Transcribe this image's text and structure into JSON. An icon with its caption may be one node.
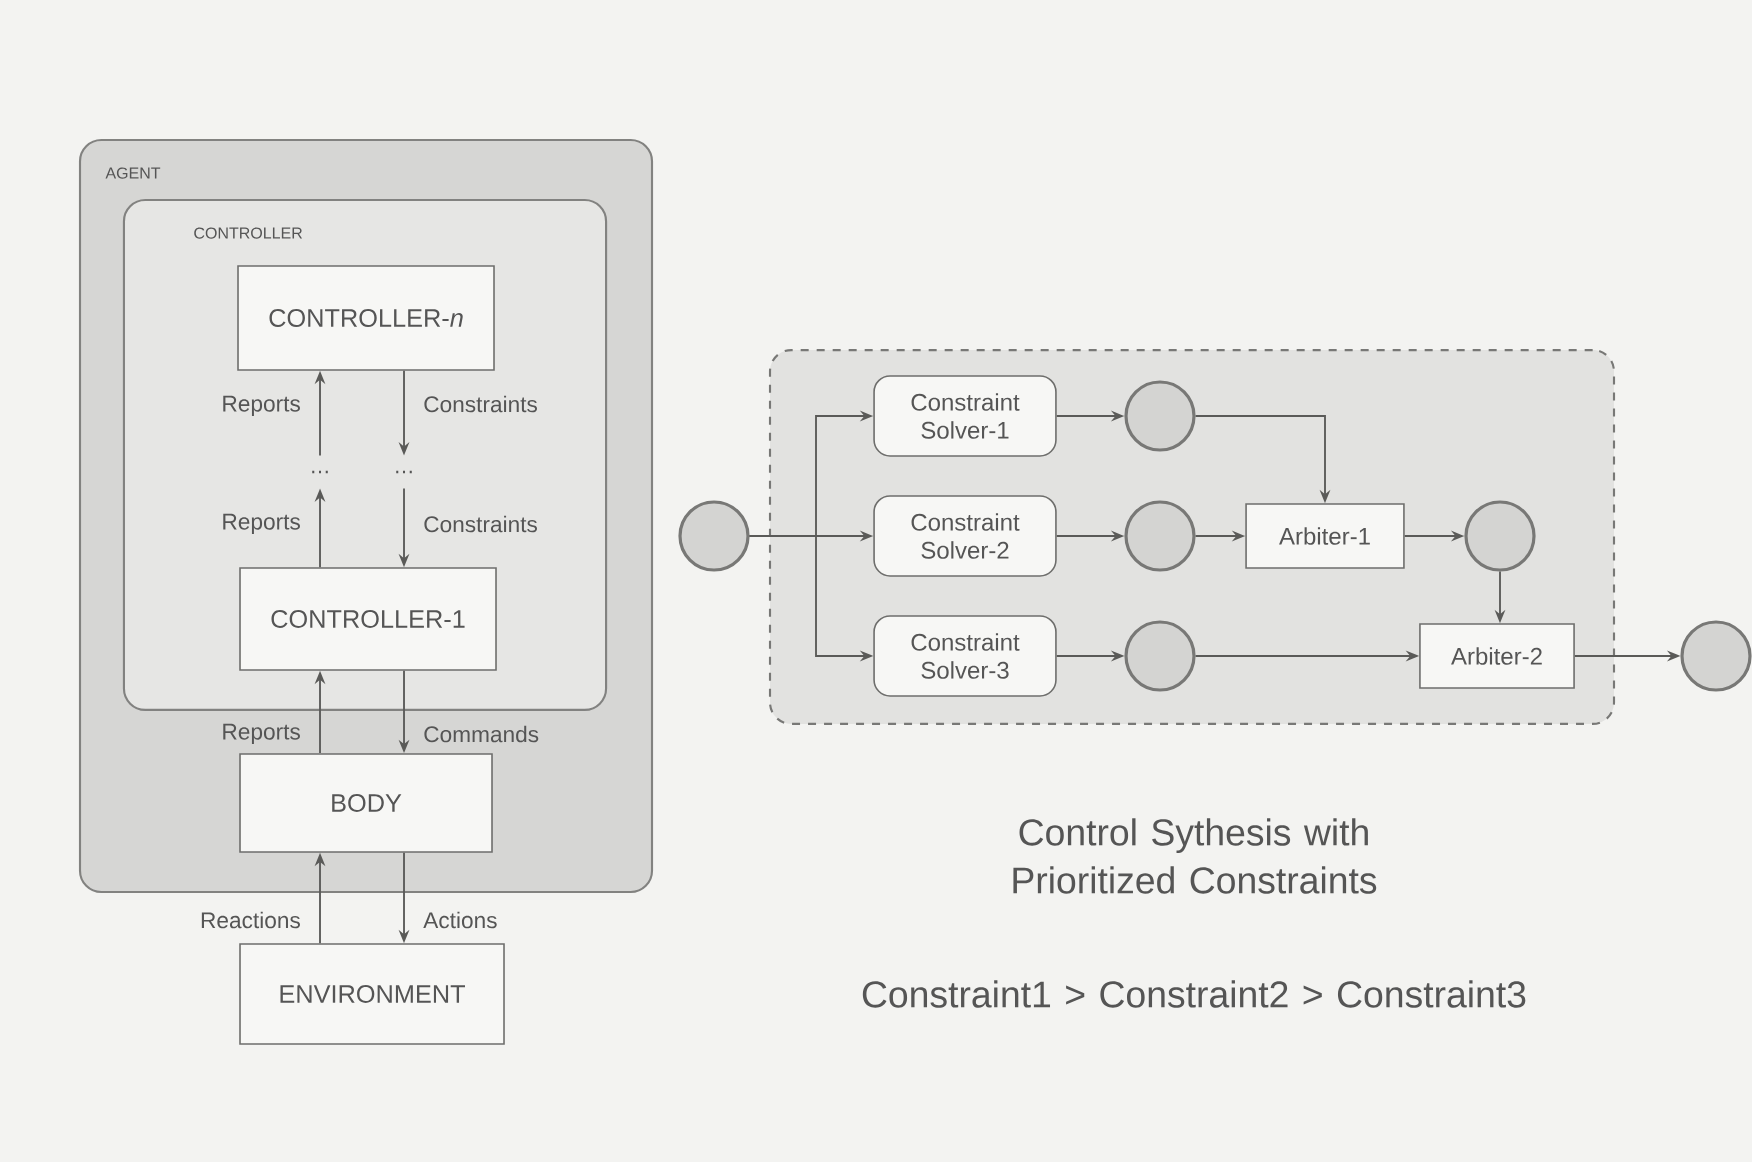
{
  "diagram": {
    "nodes": [
      {
        "text": [
          "AGENT"
        ]
      },
      {
        "text": [
          "CONTROLLER"
        ],
        "in": 0
      },
      {
        "text": [
          "CONTROLLER-*n*"
        ],
        "in": 1
      },
      {
        "text": [
          "CONTROLLER-1"
        ],
        "in": 1
      },
      {
        "text": [
          "BODY"
        ],
        "in": 0
      },
      {
        "text": [
          "ENVIRONMENT"
        ]
      },
      {
        "text": [],
        "shape": "box"
      },
      {
        "text": [],
        "shape": "circle"
      },
      {
        "text": [
          "Constraint Solver-1"
        ],
        "in": 6
      },
      {
        "text": [
          "Constraint Solver-2"
        ],
        "in": 6
      },
      {
        "text": [
          "Constraint Solver-3"
        ],
        "in": 6
      },
      {
        "text": [],
        "shape": "circle",
        "in": 6
      },
      {
        "text": [],
        "shape": "circle",
        "in": 6
      },
      {
        "text": [],
        "shape": "circle",
        "in": 6
      },
      {
        "text": [
          "Arbiter-1"
        ],
        "in": 6
      },
      {
        "text": [],
        "shape": "circle",
        "in": 6
      },
      {
        "text": [
          "Arbiter-2"
        ],
        "in": 6
      },
      {
        "text": [],
        "shape": "circle"
      },
      {
        "text": [
          "…"
        ],
        "in": 1
      },
      {
        "text": [
          "…"
        ],
        "in": 1
      }
    ],
    "edges": [
      {
        "from": 18,
        "to": 2,
        "arrow": "to",
        "label": "Reports"
      },
      {
        "from": 2,
        "to": 19,
        "arrow": "to",
        "label": "Constraints"
      },
      {
        "from": 3,
        "to": 18,
        "arrow": "to",
        "label": "Reports"
      },
      {
        "from": 19,
        "to": 3,
        "arrow": "to",
        "label": "Constraints"
      },
      {
        "from": 4,
        "to": 3,
        "arrow": "to",
        "label": "Reports"
      },
      {
        "from": 3,
        "to": 4,
        "arrow": "to",
        "label": "Commands"
      },
      {
        "from": 5,
        "to": 4,
        "arrow": "to",
        "label": "Reactions"
      },
      {
        "from": 4,
        "to": 5,
        "arrow": "to",
        "label": "Actions"
      },
      {
        "from": 7,
        "to": 8,
        "arrow": "to"
      },
      {
        "from": 7,
        "to": 9,
        "arrow": "to"
      },
      {
        "from": 7,
        "to": 10,
        "arrow": "to"
      },
      {
        "from": 8,
        "to": 11,
        "arrow": "to"
      },
      {
        "from": 9,
        "to": 12,
        "arrow": "to"
      },
      {
        "from": 10,
        "to": 13,
        "arrow": "to"
      },
      {
        "from": 11,
        "to": 14,
        "arrow": "to"
      },
      {
        "from": 12,
        "to": 14,
        "arrow": "to"
      },
      {
        "from": 14,
        "to": 15,
        "arrow": "to"
      },
      {
        "from": 15,
        "to": 16,
        "arrow": "to"
      },
      {
        "from": 13,
        "to": 16,
        "arrow": "to"
      },
      {
        "from": 16,
        "to": 17,
        "arrow": "to"
      }
    ],
    "labels": [
      "Control Sythesis with Prioritized Constraints",
      "Constraint1 > Constraint2 > Constraint3"
    ]
  }
}
